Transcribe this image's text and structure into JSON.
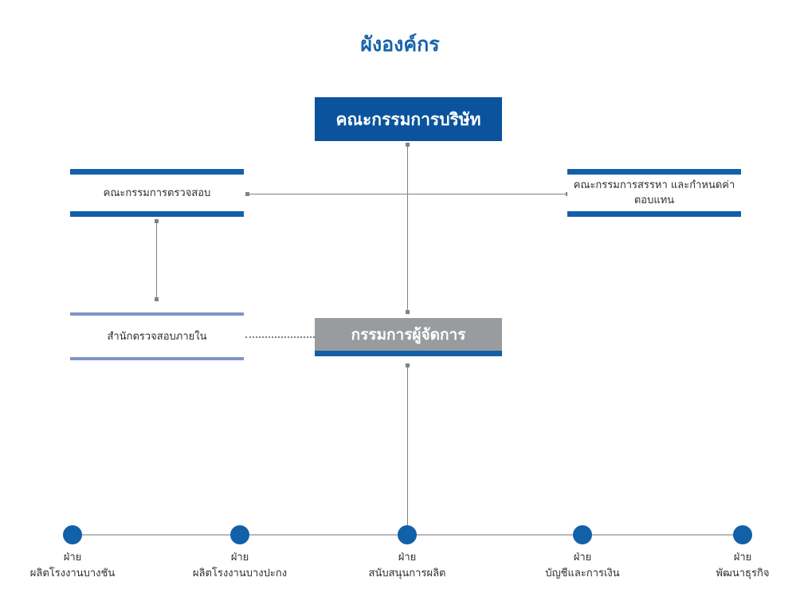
{
  "title": "ผังองค์กร",
  "nodes": {
    "board": {
      "label": "คณะกรรมการบริษัท"
    },
    "audit_committee": {
      "label": "คณะกรรมการตรวจสอบ"
    },
    "nomination_committee": {
      "line1": "คณะกรรมการสรรหา",
      "line2": "และกำหนดค่าตอบแทน"
    },
    "internal_audit": {
      "label": "สำนักตรวจสอบภายใน"
    },
    "managing_director": {
      "label": "กรรมการผู้จัดการ"
    }
  },
  "departments": [
    {
      "line1": "ฝ่าย",
      "line2": "ผลิตโรงงานบางชัน"
    },
    {
      "line1": "ฝ่าย",
      "line2": "ผลิตโรงงานบางปะกง"
    },
    {
      "line1": "ฝ่าย",
      "line2": "สนับสนุนการผลิต"
    },
    {
      "line1": "ฝ่าย",
      "line2": "บัญชีและการเงิน"
    },
    {
      "line1": "ฝ่าย",
      "line2": "พัฒนาธุรกิจ"
    }
  ],
  "colors": {
    "brand_blue": "#0b539d",
    "rule_blue": "#1260a8",
    "title_blue": "#1663ad",
    "light_blue": "#8094c8",
    "grey_box": "#989c9e",
    "connector_grey": "#808285",
    "timeline_grey": "#b6b8bb"
  }
}
